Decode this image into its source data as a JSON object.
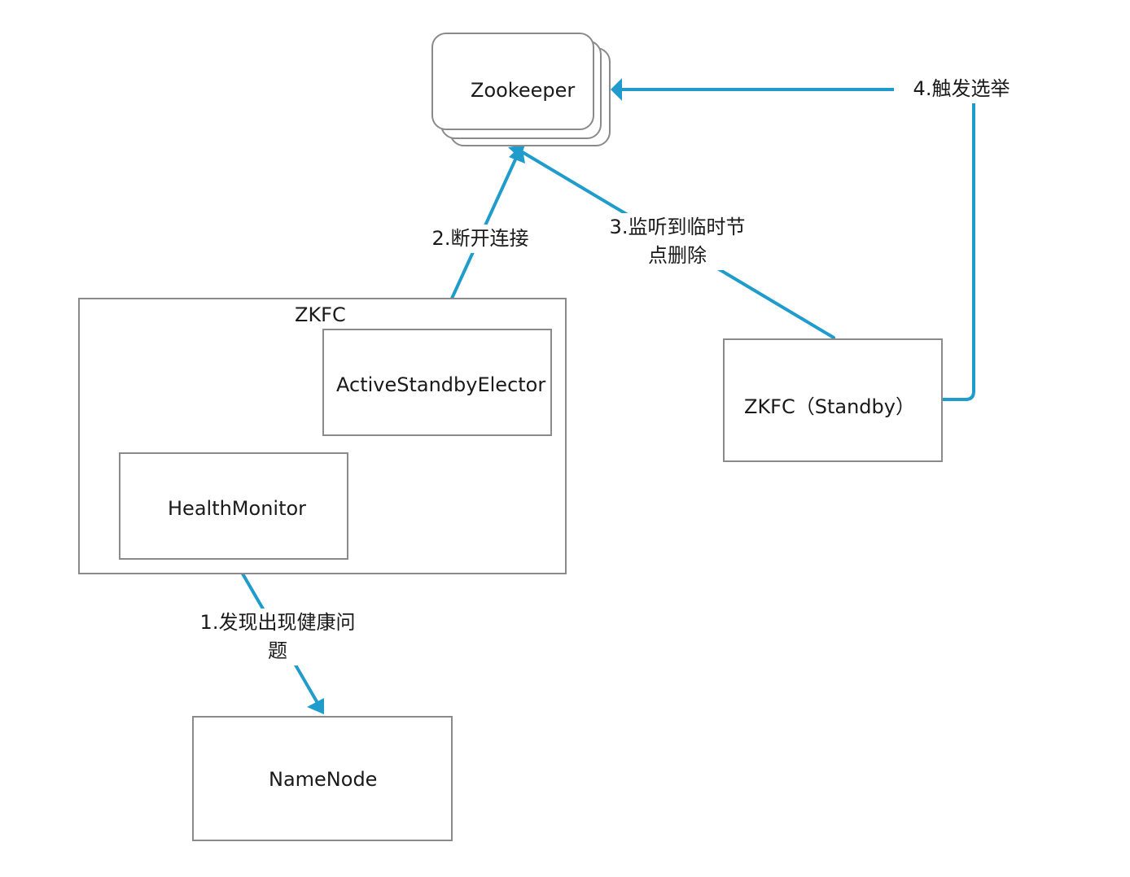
{
  "nodes": {
    "zookeeper": "Zookeeper",
    "zkfc": "ZKFC",
    "elector": "ActiveStandbyElector",
    "health_monitor": "HealthMonitor",
    "zkfc_standby": "ZKFC（Standby）",
    "namenode": "NameNode"
  },
  "edges": {
    "step1": [
      "1.发现出现健康问",
      "题"
    ],
    "step2": [
      "2.断开连接"
    ],
    "step3": [
      "3.监听到临时节",
      "点删除"
    ],
    "step4": [
      "4.触发选举"
    ]
  },
  "colors": {
    "edge": "#1f9ccc",
    "border": "#8a8a8a",
    "text": "#1a1a1a"
  }
}
